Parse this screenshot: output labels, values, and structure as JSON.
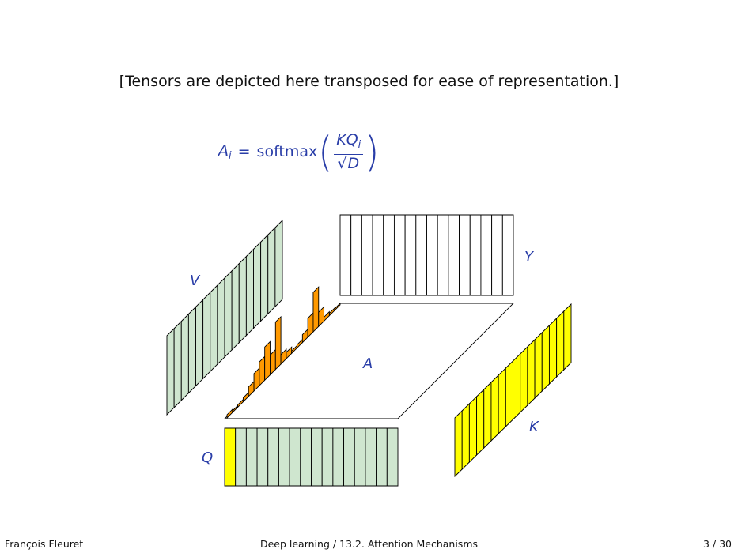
{
  "slide": {
    "note": "[Tensors are depicted here transposed for ease of representation.]",
    "formula": {
      "lhs": "A",
      "lhs_sub": "i",
      "equals": "=",
      "func": "softmax",
      "numerator": "KQ",
      "numerator_sub": "i",
      "sqrt_symbol": "√",
      "denominator": "D"
    },
    "labels": {
      "v": "V",
      "y": "Y",
      "a": "A",
      "k": "K",
      "q": "Q"
    }
  },
  "colors": {
    "formula": "#2a3ea8",
    "green_fill": "#cfe6cf",
    "yellow_fill": "#ffff00",
    "orange_fill": "#ff9900"
  },
  "footer": {
    "author": "François Fleuret",
    "course": "Deep learning / 13.2. Attention Mechanisms",
    "page": "3 / 30"
  }
}
